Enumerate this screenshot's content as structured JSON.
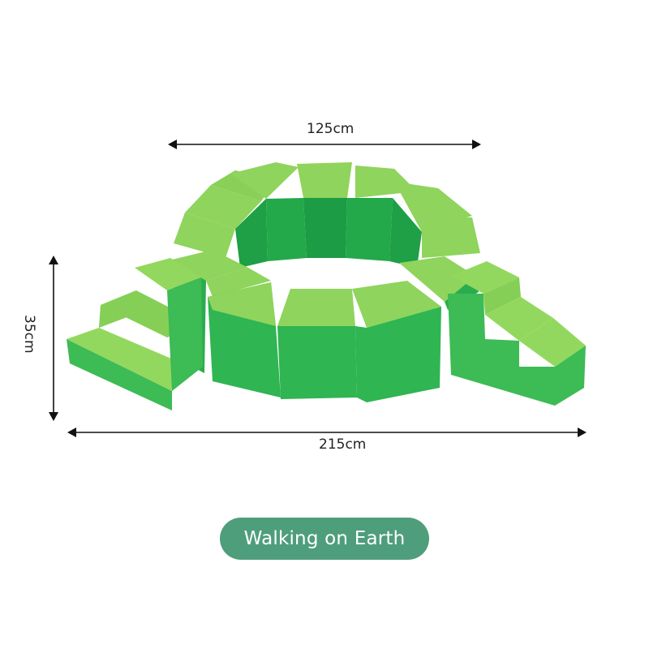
{
  "product": {
    "name": "Walking on Earth",
    "image_alt": "Green soft-foam arc of wedge blocks with a staircase at each end",
    "colors": {
      "top_face": "#8fd45c",
      "side_face": "#2fb552",
      "inner_face": "#1f9f46",
      "stair_top": "#93d85e",
      "stair_side": "#3dbb55"
    }
  },
  "dimensions": {
    "top_width": "125cm",
    "total_width": "215cm",
    "height": "35cm"
  },
  "label": {
    "text": "Walking on Earth",
    "background": "#4e9e7c",
    "color": "#ffffff"
  }
}
